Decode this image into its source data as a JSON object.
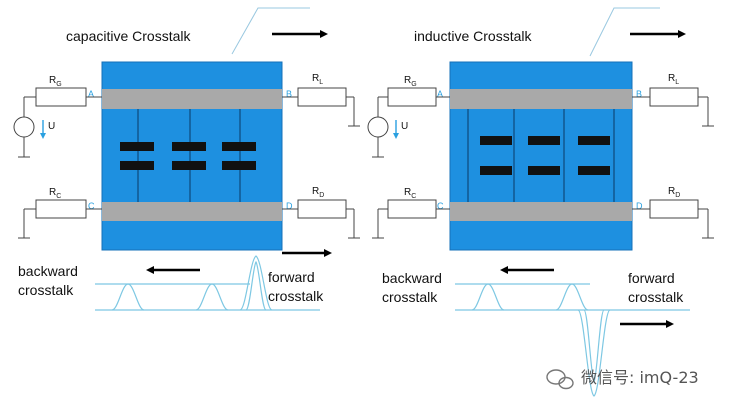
{
  "titles": {
    "left": "capacitive Crosstalk",
    "right": "inductive Crosstalk"
  },
  "resistors": {
    "g": {
      "main": "R",
      "sub": "G"
    },
    "l": {
      "main": "R",
      "sub": "L"
    },
    "c": {
      "main": "R",
      "sub": "C"
    },
    "d": {
      "main": "R",
      "sub": "D"
    }
  },
  "source": {
    "label": "U"
  },
  "nodes": {
    "a": "A",
    "b": "B",
    "c": "C",
    "d": "D"
  },
  "waveform": {
    "backward": [
      "backward",
      "crosstalk"
    ],
    "forward": [
      "forward",
      "crosstalk"
    ]
  },
  "watermark": "微信号: imQ-23",
  "colors": {
    "panel": "#1e90e0",
    "panel_edge": "#1670b8",
    "trace": "#a9a9a9",
    "element": "#111111",
    "pin_label": "#2aa0e0",
    "wave": "#7ec8e3",
    "wire": "#444444"
  }
}
